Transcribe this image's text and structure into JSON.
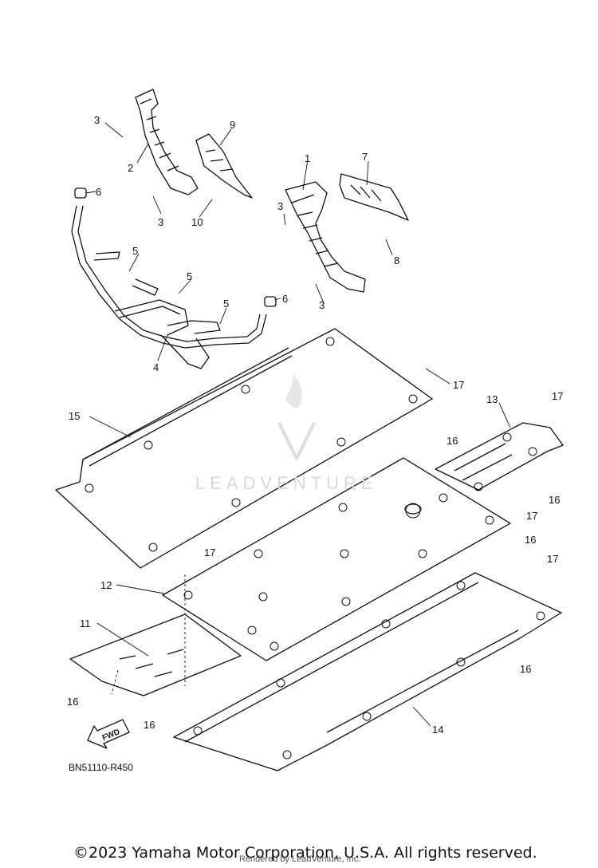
{
  "diagram": {
    "code": "BN51110-R450",
    "fwd_label": "FWD",
    "watermark": "LEADVENTURE",
    "rendered_by": "Rendered by LeadVenture, Inc.",
    "copyright": "©2023 Yamaha Motor Corporation, U.S.A. All rights reserved."
  },
  "callouts": [
    "1",
    "2",
    "3",
    "3",
    "3",
    "3",
    "4",
    "5",
    "5",
    "5",
    "6",
    "6",
    "7",
    "8",
    "9",
    "10",
    "11",
    "12",
    "13",
    "14",
    "15",
    "16",
    "16",
    "16",
    "16",
    "16",
    "16",
    "17",
    "17",
    "17",
    "17",
    "17"
  ]
}
